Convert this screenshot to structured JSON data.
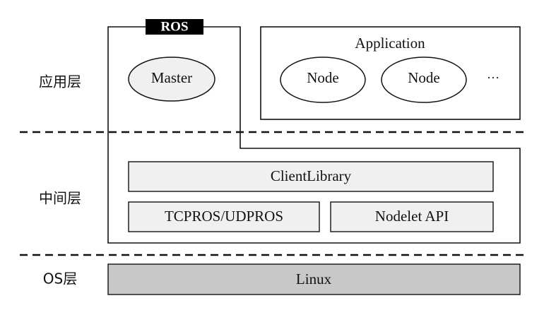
{
  "layers": {
    "application": "应用层",
    "middleware": "中间层",
    "os": "OS层"
  },
  "ros": {
    "tag": "ROS",
    "master": "Master",
    "client_library": "ClientLibrary",
    "transport": "TCPROS/UDPROS",
    "nodelet": "Nodelet API"
  },
  "application": {
    "title": "Application",
    "nodes": [
      "Node",
      "Node"
    ],
    "more": "···"
  },
  "os": {
    "name": "Linux"
  },
  "colors": {
    "box_fill": "#f0f0f0",
    "os_fill": "#c8c8c8",
    "ros_tag_fill": "#000000",
    "ros_tag_text": "#ffffff",
    "line": "#111111"
  }
}
